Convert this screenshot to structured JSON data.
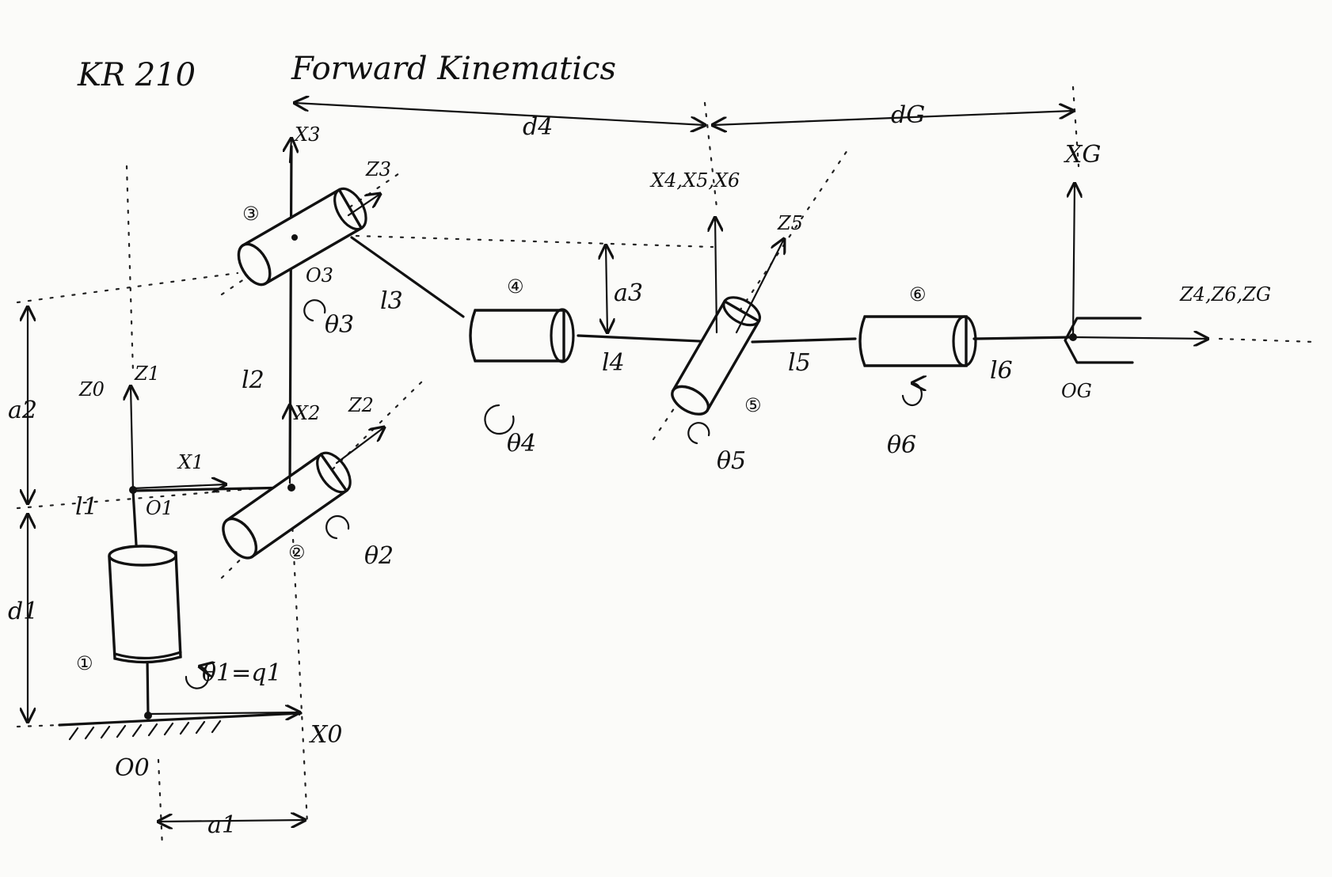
{
  "title_model": "KR 210",
  "title_main": "Forward Kinematics",
  "joints": [
    "①",
    "②",
    "③",
    "④",
    "⑤",
    "⑥"
  ],
  "angles": {
    "t1": "θ1=q1",
    "t2": "θ2",
    "t3": "θ3",
    "t4": "θ4",
    "t5": "θ5",
    "t6": "θ6"
  },
  "origins": {
    "o0": "O0",
    "o1": "O1",
    "o3": "O3",
    "og": "OG"
  },
  "axes": {
    "z0": "Z0",
    "z1": "Z1",
    "x1": "X1",
    "x0": "X0",
    "x2": "X2",
    "z2": "Z2",
    "x3": "X3",
    "z3": "Z3",
    "x456": "X4,X5,X6",
    "z5": "Z5",
    "xg": "XG",
    "z46g": "Z4,Z6,ZG"
  },
  "links": {
    "l1": "l1",
    "l2": "l2",
    "l3": "l3",
    "l4": "l4",
    "l5": "l5",
    "l6": "l6"
  },
  "dims": {
    "d1": "d1",
    "a1": "a1",
    "a2": "a2",
    "a3": "a3",
    "d4": "d4",
    "dg": "dG"
  }
}
